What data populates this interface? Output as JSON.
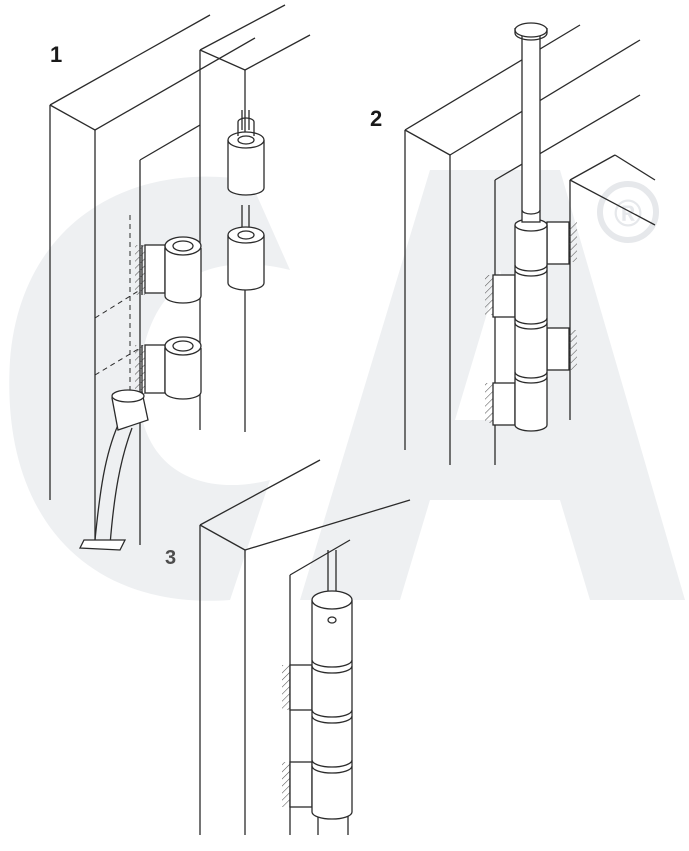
{
  "steps": [
    {
      "number": "1"
    },
    {
      "number": "2"
    },
    {
      "number": "3"
    }
  ],
  "watermark": {
    "symbol": "®",
    "color": "#eef0f2"
  },
  "colors": {
    "line": "#2b2b2b",
    "hatch": "#555555",
    "background": "#ffffff"
  }
}
